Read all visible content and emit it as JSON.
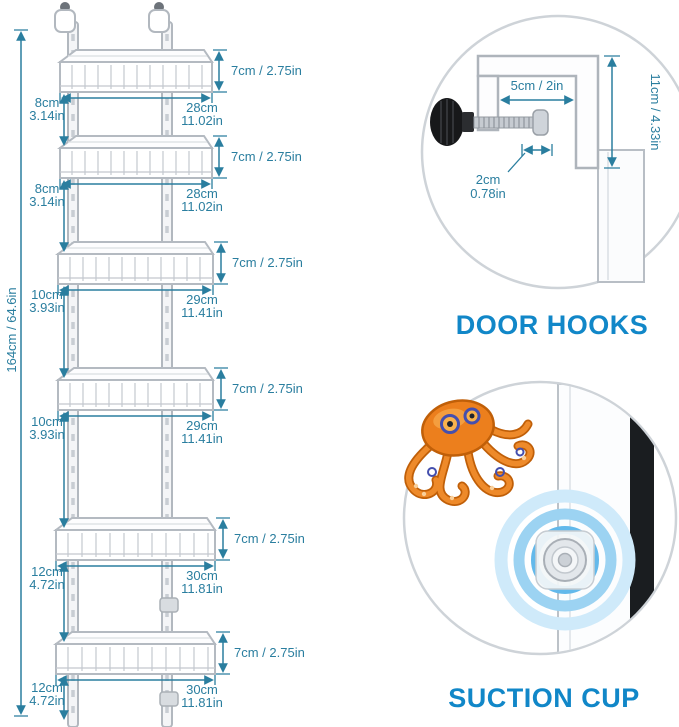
{
  "colors": {
    "dimension_annotation": "#2a7e9f",
    "callout_title": "#1187c8",
    "rack_outline": "#b4bac1",
    "octopus_orange": "#ec7f1d",
    "suction_glow_blue": "#63b9eb"
  },
  "rack": {
    "total_height": "164cm / 64.6in",
    "baskets": [
      {
        "height": "7cm / 2.75in",
        "width_cm": "28cm",
        "width_in": "11.02in",
        "gap_cm": "8cm",
        "gap_in": "3.14in"
      },
      {
        "height": "7cm / 2.75in",
        "width_cm": "28cm",
        "width_in": "11.02in",
        "gap_cm": "8cm",
        "gap_in": "3.14in"
      },
      {
        "height": "7cm / 2.75in",
        "width_cm": "29cm",
        "width_in": "11.41in",
        "gap_cm": "10cm",
        "gap_in": "3.93in"
      },
      {
        "height": "7cm / 2.75in",
        "width_cm": "29cm",
        "width_in": "11.41in",
        "gap_cm": "10cm",
        "gap_in": "3.93in"
      },
      {
        "height": "7cm / 2.75in",
        "width_cm": "30cm",
        "width_in": "11.81in",
        "gap_cm": "12cm",
        "gap_in": "4.72in"
      },
      {
        "height": "7cm / 2.75in",
        "width_cm": "30cm",
        "width_in": "11.81in",
        "gap_cm": "12cm",
        "gap_in": "4.72in"
      }
    ]
  },
  "door_hooks": {
    "title": "DOOR HOOKS",
    "opening_width": "5cm / 2in",
    "hook_height": "11cm / 4.33in",
    "screw_cm": "2cm",
    "screw_in": "0.78in"
  },
  "suction_cup": {
    "title": "SUCTION CUP"
  }
}
